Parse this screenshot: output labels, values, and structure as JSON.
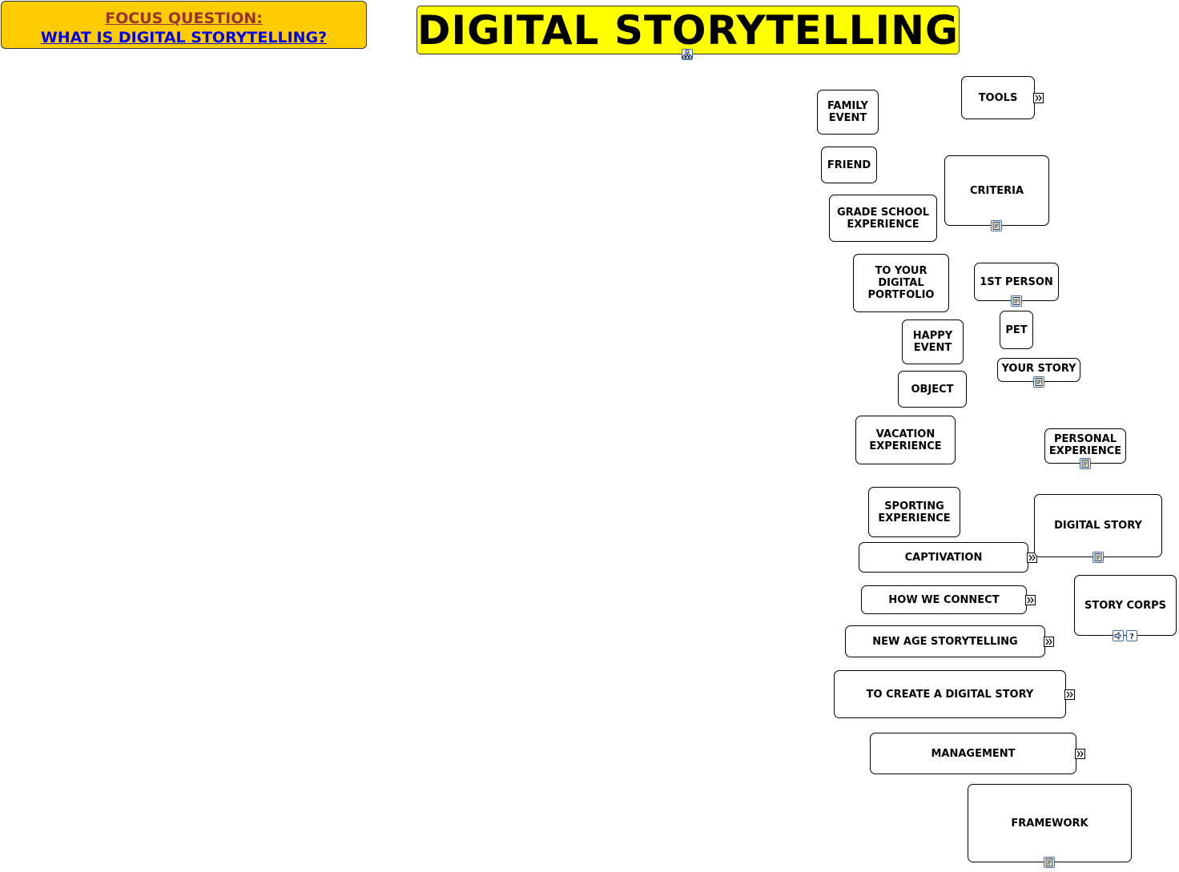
{
  "focus": {
    "line1": "FOCUS QUESTION:",
    "line2": "WHAT IS DIGITAL STORYTELLING?"
  },
  "title": "DIGITAL STORYTELLING",
  "colors": {
    "focus_bg": "#ffcc00",
    "focus_line1": "#993333",
    "focus_line2": "#0000ee",
    "title_bg": "#ffff00",
    "icon_border": "#3a6aa8"
  },
  "nodes": {
    "family_event": "FAMILY\nEVENT",
    "friend": "FRIEND",
    "grade_school": "GRADE SCHOOL\nEXPERIENCE",
    "to_portfolio": "TO YOUR\nDIGITAL\nPORTFOLIO",
    "happy_event": "HAPPY\nEVENT",
    "object": "OBJECT",
    "vacation": "VACATION\nEXPERIENCE",
    "sporting": "SPORTING\nEXPERIENCE",
    "captivation": "CAPTIVATION",
    "how_we_connect": "HOW WE CONNECT",
    "new_age": "NEW AGE STORYTELLING",
    "to_create": "TO CREATE A DIGITAL STORY",
    "management": "MANAGEMENT",
    "framework": "FRAMEWORK",
    "tools": "TOOLS",
    "criteria": "CRITERIA",
    "first_person": "1ST PERSON",
    "pet": "PET",
    "your_story": "YOUR STORY",
    "personal_experience": "PERSONAL\nEXPERIENCE",
    "digital_story": "DIGITAL  STORY",
    "story_corps": "STORY CORPS"
  },
  "icons": {
    "submap": "submap-icon",
    "note": "note-icon",
    "expand": "expand-arrow-icon",
    "audio": "speaker-icon",
    "help": "help-icon"
  }
}
